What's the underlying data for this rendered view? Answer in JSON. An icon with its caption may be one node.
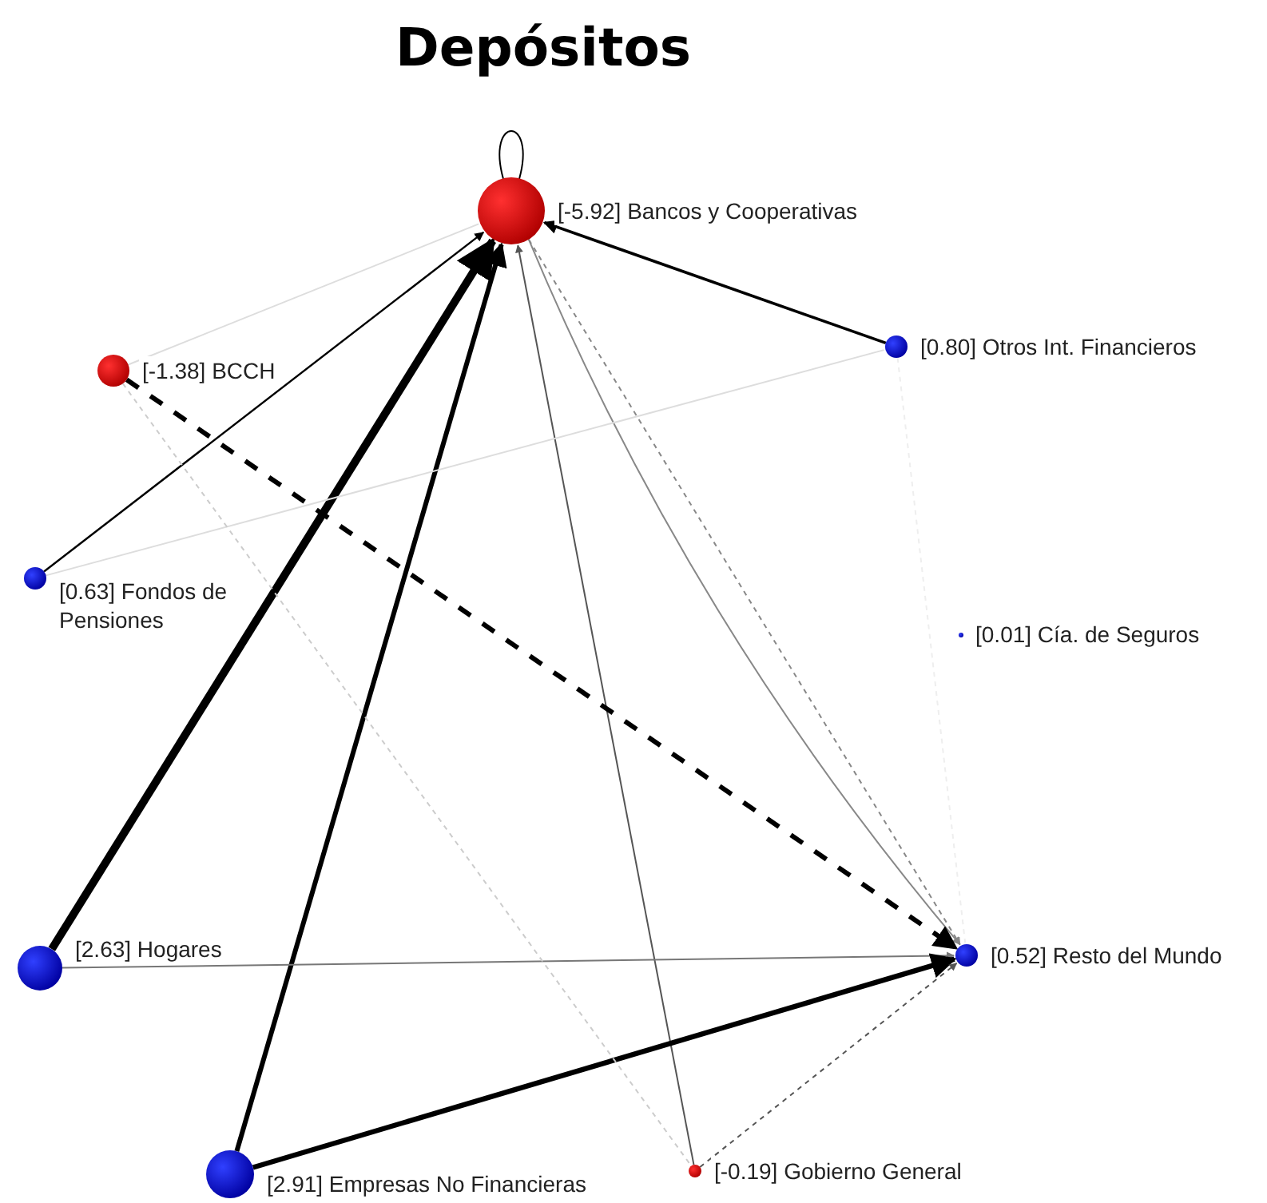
{
  "diagram": {
    "title": "Depósitos",
    "nodes": [
      {
        "text": [
          "[-5.92] Bancos y Cooperativas"
        ]
      },
      {
        "text": [
          "[-1.38] BCCH"
        ]
      },
      {
        "text": [
          "[0.80] Otros Int. Financieros"
        ]
      },
      {
        "text": [
          "[0.63] Fondos de Pensiones"
        ]
      },
      {
        "text": [
          "[0.01] Cía. de Seguros"
        ]
      },
      {
        "text": [
          "[2.63] Hogares"
        ]
      },
      {
        "text": [
          "[0.52] Resto del Mundo"
        ]
      },
      {
        "text": [
          "[2.91] Empresas No Financieras"
        ]
      },
      {
        "text": [
          "[-0.19] Gobierno General"
        ]
      }
    ],
    "edges": [
      {
        "from": 0,
        "to": 0,
        "arrow": "none"
      },
      {
        "from": 2,
        "to": 0,
        "arrow": "to"
      },
      {
        "from": 1,
        "to": 0,
        "arrow": "none",
        "color": "#dddddd"
      },
      {
        "from": 3,
        "to": 0,
        "arrow": "to"
      },
      {
        "from": 5,
        "to": 0,
        "arrow": "to",
        "style": "thick"
      },
      {
        "from": 7,
        "to": 0,
        "arrow": "to",
        "style": "thick"
      },
      {
        "from": 8,
        "to": 0,
        "arrow": "to",
        "color": "#555555"
      },
      {
        "from": 0,
        "to": 6,
        "arrow": "to",
        "color": "#888888"
      },
      {
        "from": 0,
        "to": 6,
        "arrow": "to",
        "style": "dashed",
        "color": "#888888"
      },
      {
        "from": 1,
        "to": 6,
        "arrow": "to",
        "style": "dashed"
      },
      {
        "from": 5,
        "to": 6,
        "arrow": "to",
        "color": "#777777"
      },
      {
        "from": 7,
        "to": 6,
        "arrow": "to",
        "style": "thick"
      },
      {
        "from": 8,
        "to": 6,
        "arrow": "to",
        "style": "dashed",
        "color": "#555555"
      },
      {
        "from": 3,
        "to": 2,
        "arrow": "none",
        "color": "#dddddd"
      },
      {
        "from": 2,
        "to": 6,
        "arrow": "none",
        "style": "dashed",
        "color": "#eeeeee"
      },
      {
        "from": 1,
        "to": 8,
        "arrow": "none",
        "style": "dashed",
        "color": "#cccccc"
      }
    ]
  }
}
